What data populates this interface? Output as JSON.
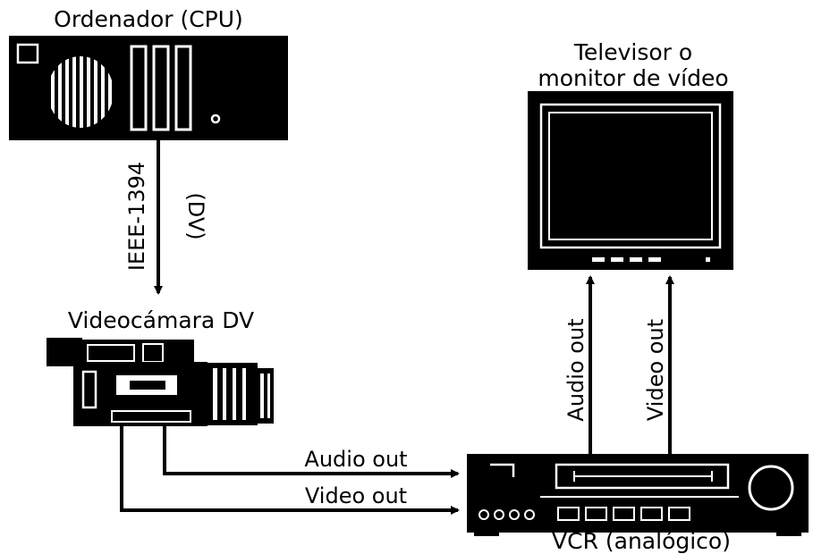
{
  "diagram": {
    "labels": {
      "computer": "Ordenador (CPU)",
      "television_line1": "Televisor o",
      "television_line2": "monitor de vídeo",
      "camcorder": "Videocámara DV",
      "vcr": "VCR (analógico)",
      "link_firewire": "IEEE-1394",
      "link_dv": "(DV)",
      "cam_audio_out": "Audio out",
      "cam_video_out": "Video out",
      "vcr_audio_out": "Audio out",
      "vcr_video_out": "Video out"
    },
    "colors": {
      "ink": "#000000",
      "paper": "#ffffff"
    }
  }
}
